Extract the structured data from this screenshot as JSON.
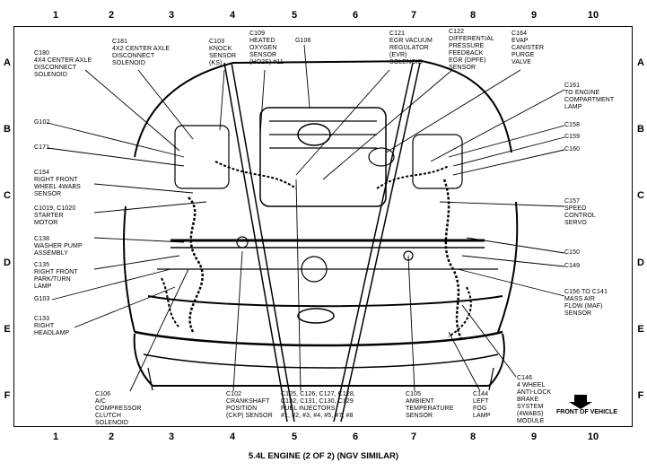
{
  "grid": {
    "columns": [
      "1",
      "2",
      "3",
      "4",
      "5",
      "6",
      "7",
      "8",
      "9",
      "10"
    ],
    "rows": [
      "A",
      "B",
      "C",
      "D",
      "E",
      "F"
    ]
  },
  "labels": {
    "c180": [
      "C180",
      "4X4 CENTER AXLE",
      "DISCONNECT",
      "SOLENOID"
    ],
    "c181": [
      "C181",
      "4X2 CENTER AXLE",
      "DISCONNECT",
      "SOLENOID"
    ],
    "c103": [
      "C103",
      "KNOCK",
      "SENSOR",
      "(KS)"
    ],
    "c109": [
      "C109",
      "HEATED",
      "OXYGEN",
      "SENSOR",
      "(HO2S) #11"
    ],
    "g106": [
      "G106"
    ],
    "c121": [
      "C121",
      "EGR VACUUM",
      "REGULATOR",
      "(EVR)",
      "SOLENOID"
    ],
    "c122": [
      "C122",
      "DIFFERENTIAL",
      "PRESSURE",
      "FEEDBACK",
      "EGR (DPFE)",
      "SENSOR"
    ],
    "c164": [
      "C164",
      "EVAP",
      "CANISTER",
      "PURGE",
      "VALVE"
    ],
    "c161": [
      "C161",
      "TO ENGINE",
      "COMPARTMENT",
      "LAMP"
    ],
    "g102": [
      "G102"
    ],
    "c171": [
      "C171"
    ],
    "c154": [
      "C154",
      "RIGHT FRONT",
      "WHEEL 4WABS",
      "SENSOR"
    ],
    "c1019": [
      "C1019, C1020",
      "STARTER",
      "MOTOR"
    ],
    "c138": [
      "C138",
      "WASHER PUMP",
      "ASSEMBLY"
    ],
    "c135": [
      "C135",
      "RIGHT FRONT",
      "PARK/TURN",
      "LAMP"
    ],
    "g103": [
      "G103"
    ],
    "c133": [
      "C133",
      "RIGHT",
      "HEADLAMP"
    ],
    "c158": [
      "C158"
    ],
    "c159": [
      "C159"
    ],
    "c160": [
      "C160"
    ],
    "c157": [
      "C157",
      "SPEED",
      "CONTROL",
      "SERVO"
    ],
    "c150": [
      "C150"
    ],
    "c149": [
      "C149"
    ],
    "c156": [
      "C156 TO C141",
      "MASS AIR",
      "FLOW (MAF)",
      "SENSOR"
    ],
    "c106": [
      "C106",
      "A/C",
      "COMPRESSOR",
      "CLUTCH",
      "SOLENOID"
    ],
    "c102": [
      "C102",
      "CRANKSHAFT",
      "POSITION",
      "(CKP) SENSOR"
    ],
    "c125": [
      "C125, C126, C127, C128,",
      "C132, C131, C130, C129",
      "FUEL INJECTORS",
      "#1, #2, #3, #4, #5, #7, #8"
    ],
    "c105": [
      "C105",
      "AMBIENT",
      "TEMPERATURE",
      "SENSOR"
    ],
    "c144": [
      "C144",
      "LEFT",
      "FOG",
      "LAMP"
    ],
    "c146": [
      "C146",
      "4 WHEEL",
      "ANTI-LOCK",
      "BRAKE",
      "SYSTEM",
      "(4WABS)",
      "MODULE"
    ]
  },
  "front_of_vehicle": "FRONT OF VEHICLE",
  "title": "5.4L ENGINE (2 OF 2) (NGV SIMILAR)"
}
